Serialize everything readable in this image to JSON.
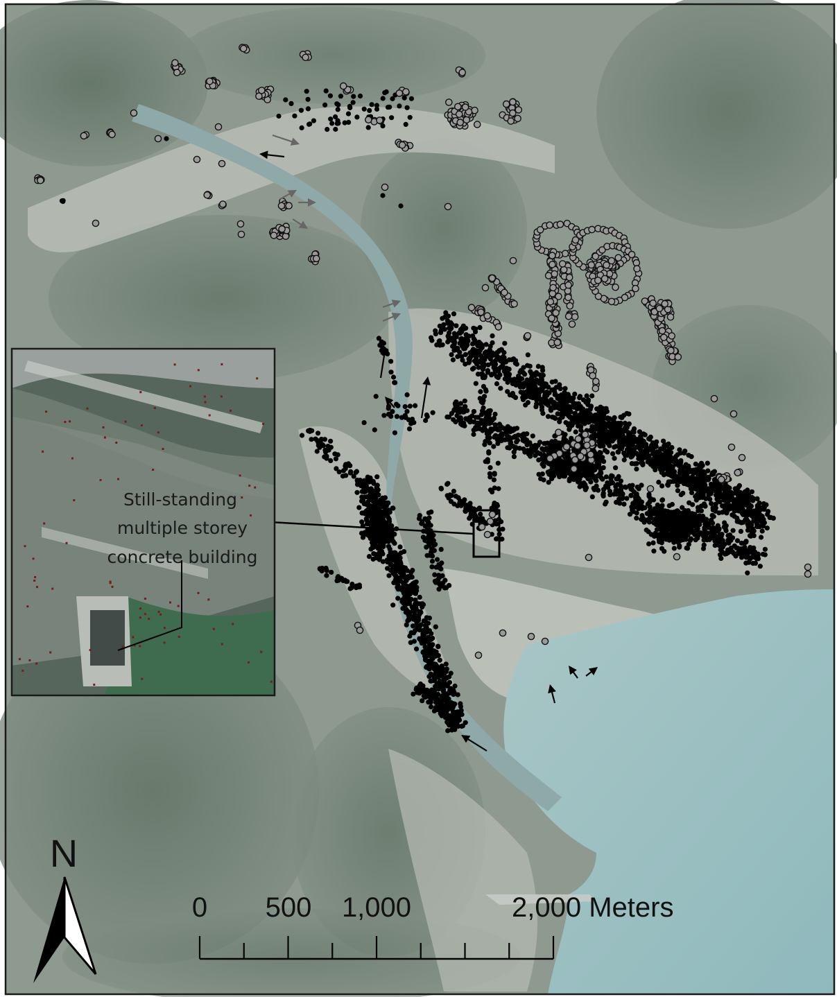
{
  "map": {
    "inset_label_lines": [
      "Still-standing",
      "multiple storey",
      "concrete building"
    ],
    "scale_bar": {
      "labels": [
        {
          "text": "0",
          "meters": 0
        },
        {
          "text": "500",
          "meters": 500
        },
        {
          "text": "1,000",
          "meters": 1000
        },
        {
          "text": "2,000 Meters",
          "meters": 2000
        }
      ],
      "max_meters": 2000,
      "minor_divisions": 8
    },
    "north_arrow": {
      "letter": "N"
    },
    "legend_symbols": {
      "open_marker": "grey-filled-circle-with-black-outline",
      "solid_marker": "black-filled-dot",
      "arrow_icon": "flow-direction-arrow"
    },
    "colors": {
      "frame": "#1a1a1a",
      "river": "#8fa8a8",
      "sea": "#9ec3c6",
      "land_dark": "#6d7d72",
      "land_light": "#b5b9b3",
      "open_marker_fill": "#9a9a9a",
      "solid_marker_fill": "#000000",
      "arrow_grey": "#666666",
      "arrow_black": "#000000",
      "inset_dot": "#7a1a1a"
    }
  }
}
